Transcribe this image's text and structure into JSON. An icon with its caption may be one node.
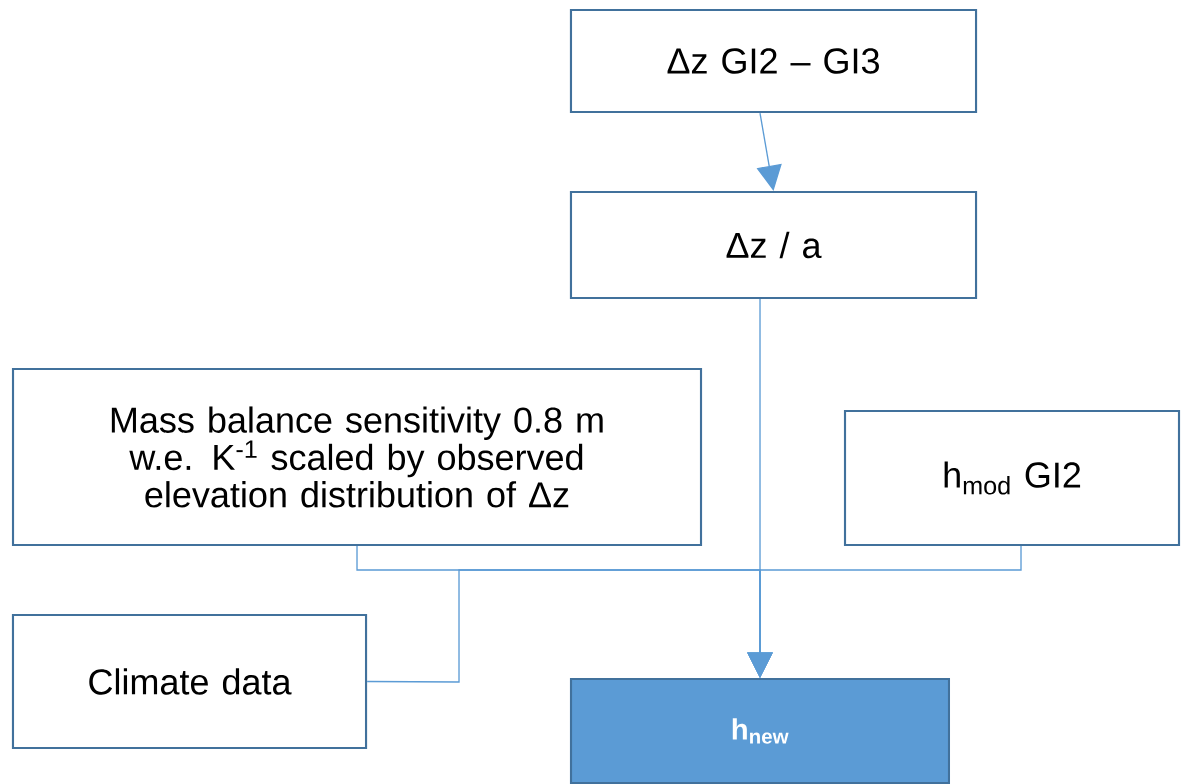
{
  "diagram": {
    "nodes": [
      {
        "text": [
          "Δz GI2 – GI3"
        ]
      },
      {
        "text": [
          "Δz / a"
        ]
      },
      {
        "text": [
          "Mass balance sensitivity 0.8 m w.e. K$^{-1}$ scaled by observed elevation distribution of Δz"
        ]
      },
      {
        "text": [
          "h$_{mod}$ GI2"
        ]
      },
      {
        "text": [
          "Climate data"
        ]
      },
      {
        "text": [
          "h$_{new}$"
        ]
      }
    ],
    "edges": [
      {
        "from": 0,
        "to": 1,
        "arrow": "to"
      },
      {
        "from": 1,
        "to": 5,
        "arrow": "to"
      },
      {
        "from": 2,
        "to": 5,
        "arrow": "to"
      },
      {
        "from": 3,
        "to": 5,
        "arrow": "to"
      },
      {
        "from": 4,
        "to": 5,
        "arrow": "to"
      }
    ]
  }
}
